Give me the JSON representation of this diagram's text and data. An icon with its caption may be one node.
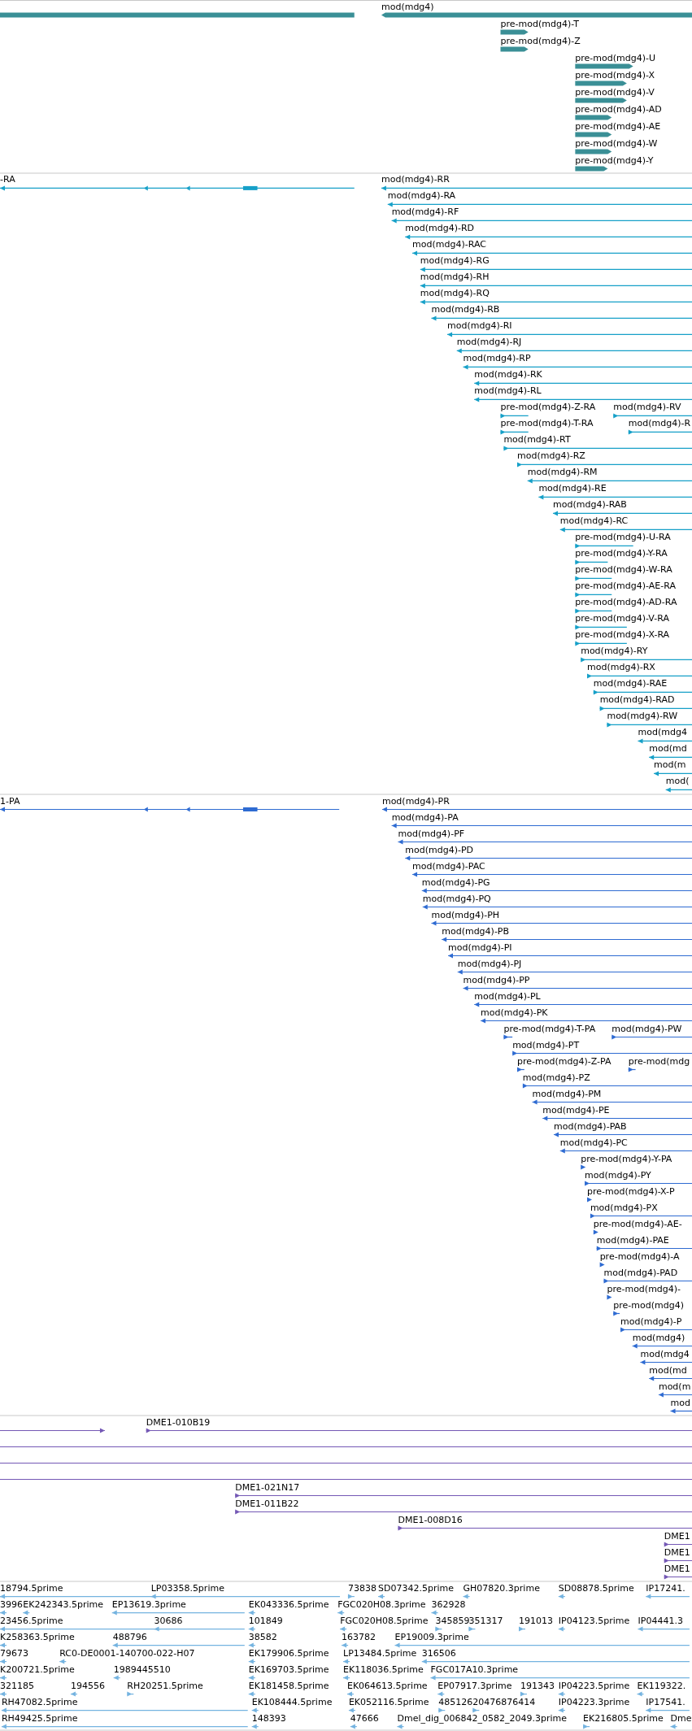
{
  "diagram": {
    "labels": [
      "mod(mdg4)",
      "pre-mod(mdg4)-T",
      "pre-mod(mdg4)-Z",
      "pre-mod(mdg4)-U",
      "pre-mod(mdg4)-X",
      "pre-mod(mdg4)-V",
      "pre-mod(mdg4)-AD",
      "pre-mod(mdg4)-AE",
      "pre-mod(mdg4)-W",
      "pre-mod(mdg4)-Y",
      "-RA",
      "mod(mdg4)-RR",
      "mod(mdg4)-RA",
      "mod(mdg4)-RF",
      "mod(mdg4)-RD",
      "mod(mdg4)-RAC",
      "mod(mdg4)-RG",
      "mod(mdg4)-RH",
      "mod(mdg4)-RQ",
      "mod(mdg4)-RB",
      "mod(mdg4)-RI",
      "mod(mdg4)-RJ",
      "mod(mdg4)-RP",
      "mod(mdg4)-RK",
      "mod(mdg4)-RL",
      "pre-mod(mdg4)-Z-RA",
      "mod(mdg4)-RV",
      "pre-mod(mdg4)-T-RA",
      "mod(mdg4)-R",
      "mod(mdg4)-RT",
      "mod(mdg4)-RZ",
      "mod(mdg4)-RM",
      "mod(mdg4)-RE",
      "mod(mdg4)-RAB",
      "mod(mdg4)-RC",
      "pre-mod(mdg4)-U-RA",
      "pre-mod(mdg4)-Y-RA",
      "pre-mod(mdg4)-W-RA",
      "pre-mod(mdg4)-AE-RA",
      "pre-mod(mdg4)-AD-RA",
      "pre-mod(mdg4)-V-RA",
      "pre-mod(mdg4)-X-RA",
      "mod(mdg4)-RY",
      "mod(mdg4)-RX",
      "mod(mdg4)-RAE",
      "mod(mdg4)-RAD",
      "mod(mdg4)-RW",
      "mod(mdg4",
      "mod(md",
      "mod(m",
      "mod(",
      "1-PA",
      "mod(mdg4)-PR",
      "mod(mdg4)-PA",
      "mod(mdg4)-PF",
      "mod(mdg4)-PD",
      "mod(mdg4)-PAC",
      "mod(mdg4)-PG",
      "mod(mdg4)-PQ",
      "mod(mdg4)-PH",
      "mod(mdg4)-PB",
      "mod(mdg4)-PI",
      "mod(mdg4)-PJ",
      "mod(mdg4)-PP",
      "mod(mdg4)-PL",
      "mod(mdg4)-PK",
      "pre-mod(mdg4)-T-PA",
      "mod(mdg4)-PW",
      "mod(mdg4)-PT",
      "pre-mod(mdg4)-Z-PA",
      "pre-mod(mdg",
      "mod(mdg4)-PZ",
      "mod(mdg4)-PM",
      "mod(mdg4)-PE",
      "mod(mdg4)-PAB",
      "mod(mdg4)-PC",
      "pre-mod(mdg4)-Y-PA",
      "mod(mdg4)-PY",
      "pre-mod(mdg4)-X-P",
      "mod(mdg4)-PX",
      "pre-mod(mdg4)-AE-",
      "mod(mdg4)-PAE",
      "pre-mod(mdg4)-A",
      "mod(mdg4)-PAD",
      "pre-mod(mdg4)-",
      "pre-mod(mdg4)",
      "mod(mdg4)-P",
      "mod(mdg4)",
      "mod(mdg4",
      "mod(md",
      "mod(m",
      "mod",
      "DME1-010B19",
      "DME1-021N17",
      "DME1-011B22",
      "DME1-008D16",
      "DME1",
      "DME1",
      "DME1",
      "18794.5prime",
      "LP03358.5prime",
      "73838",
      "SD07342.5prime",
      "GH07820.3prime",
      "SD08878.5prime",
      "IP17241.",
      "3996",
      "EK242343.5prime",
      "EP13619.3prime",
      "EK043336.5prime",
      "FGC020H08.3prime",
      "362928",
      "23456.5prime",
      "30686",
      "101849",
      "FGC020H08.5prime",
      "345859",
      "351317",
      "191013",
      "IP04123.5prime",
      "IP04441.3",
      "K258363.5prime",
      "488796",
      "38582",
      "163782",
      "EP19009.3prime",
      "79673",
      "RC0-DE0001-140700-022-H07",
      "EK179906.5prime",
      "LP13484.5prime",
      "316506",
      "K200721.5prime",
      "1989445510",
      "EK169703.5prime",
      "EK118036.5prime",
      "FGC017A10.3prime",
      "321185",
      "194556",
      "RH20251.5prime",
      "EK181458.5prime",
      "EK064613.5prime",
      "EP07917.3prime",
      "191343",
      "IP04223.5prime",
      "EK119322.",
      "RH47082.5prime",
      "EK108444.5prime",
      "EK052116.5prime",
      "485126",
      "20476876414",
      "IP04223.3prime",
      "IP17541.",
      "RH49425.5prime",
      "148393",
      "47666",
      "Dmel_dig_006842_0582_2049.3prime",
      "EK216805.5prime",
      "Dme"
    ]
  }
}
